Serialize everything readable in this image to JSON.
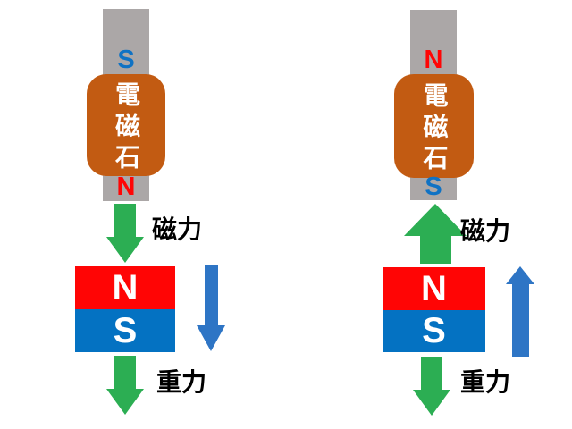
{
  "colors": {
    "gray_bar": "#ABA7A7",
    "electromagnet": "#C25B12",
    "red_pole": "#FF0505",
    "blue_pole": "#0472C2",
    "blue_letter": "#0F72C4",
    "green_arrow": "#2CAE53",
    "blue_arrow": "#2E75C5",
    "label_text": "#000000"
  },
  "panels": [
    {
      "side": "left",
      "core_top_pole": "S",
      "electromagnet_label": "電磁石",
      "core_bottom_pole": "N",
      "magnetic_force": {
        "label": "磁力",
        "direction": "down"
      },
      "magnet": {
        "top_pole": "N",
        "bottom_pole": "S"
      },
      "motion_direction": "down",
      "gravity": {
        "label": "重力",
        "direction": "down"
      }
    },
    {
      "side": "right",
      "core_top_pole": "N",
      "electromagnet_label": "電磁石",
      "core_bottom_pole": "S",
      "magnetic_force": {
        "label": "磁力",
        "direction": "up"
      },
      "magnet": {
        "top_pole": "N",
        "bottom_pole": "S"
      },
      "motion_direction": "up",
      "gravity": {
        "label": "重力",
        "direction": "down"
      }
    }
  ]
}
